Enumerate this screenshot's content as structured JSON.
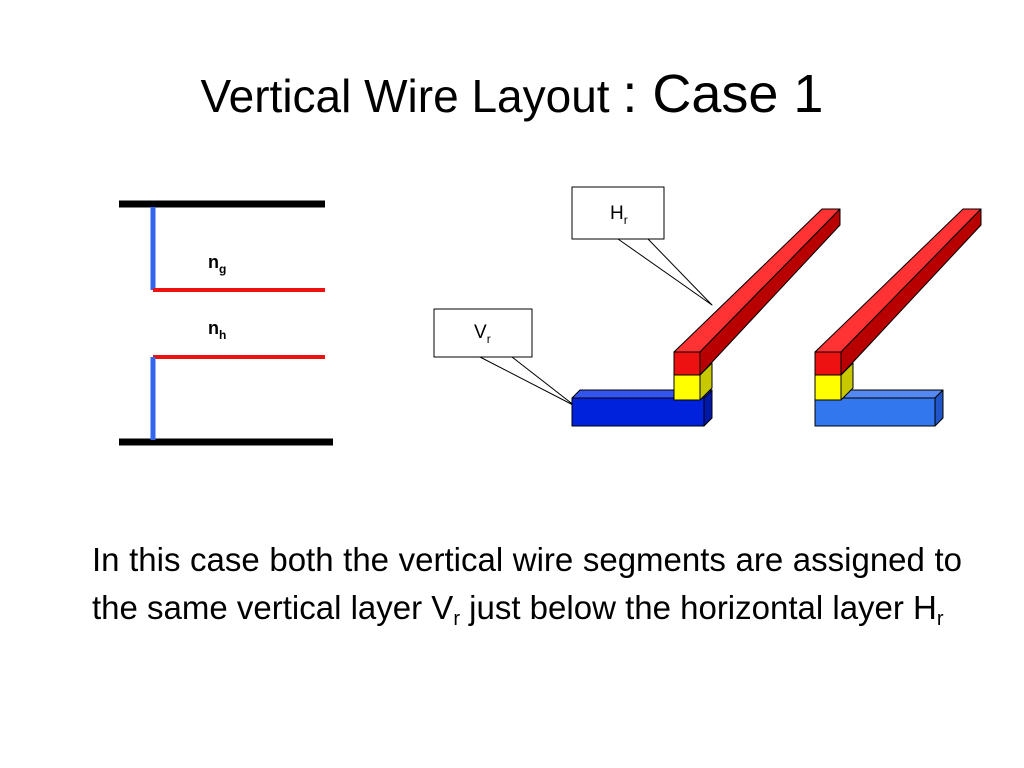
{
  "slide": {
    "title_main": "Vertical Wire Layout",
    "title_case": ": Case 1"
  },
  "left_diagram": {
    "net_top": {
      "label": "n",
      "subscript": "g"
    },
    "net_bottom": {
      "label": "n",
      "subscript": "h"
    },
    "colors": {
      "rail": "#000000",
      "vertical_wire": "#3366ee",
      "horizontal_wire": "#ee1111"
    }
  },
  "right_diagram": {
    "callout_horizontal": {
      "label": "H",
      "subscript": "r"
    },
    "callout_vertical": {
      "label": "V",
      "subscript": "r"
    },
    "colors": {
      "horizontal_layer": "#ee1111",
      "via": "#ffff00",
      "vertical_layer_dark": "#0022dd",
      "vertical_layer_light": "#3377ee"
    }
  },
  "body": {
    "text_1": "In this case both the vertical wire segments are assigned to the same vertical layer V",
    "sub_1": "r",
    "text_2": " just below the horizontal layer H",
    "sub_2": "r"
  }
}
